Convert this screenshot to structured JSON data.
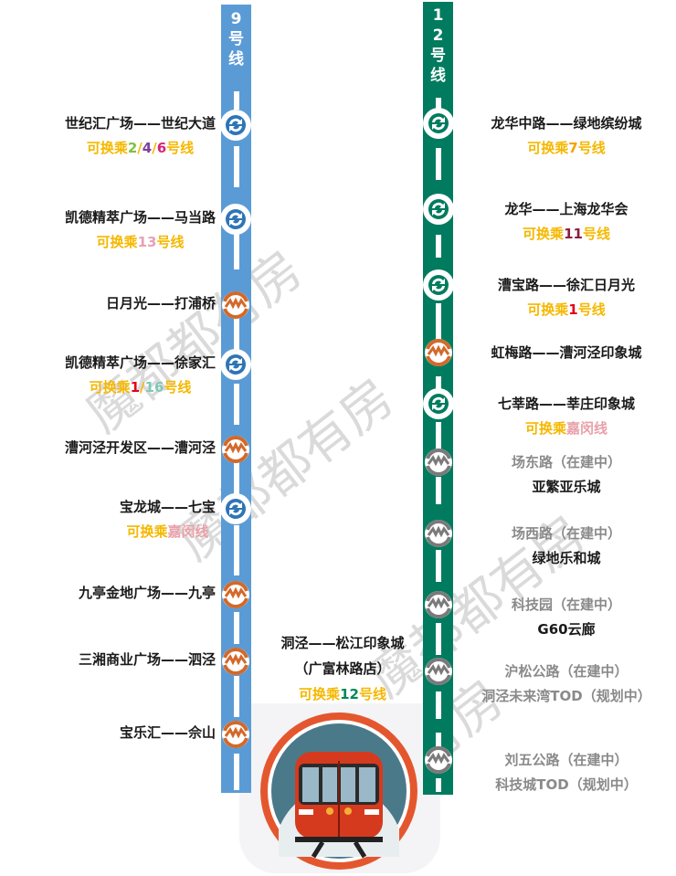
{
  "line9": {
    "label": [
      "9",
      "号",
      "线"
    ],
    "color": "#5b9bd5",
    "stations": [
      {
        "name": "世纪汇广场——世纪大道",
        "icon": "transfer",
        "transfer": [
          {
            "t": "可换乘",
            "c": "#f5b800"
          },
          {
            "t": "2",
            "c": "#7cc243"
          },
          {
            "t": "/",
            "c": "#f5b800"
          },
          {
            "t": "4",
            "c": "#7b3fa0"
          },
          {
            "t": "/",
            "c": "#f5b800"
          },
          {
            "t": "6",
            "c": "#d4237a"
          },
          {
            "t": "号线",
            "c": "#f5b800"
          }
        ]
      },
      {
        "name": "凯德精萃广场——马当路",
        "icon": "transfer",
        "transfer": [
          {
            "t": "可换乘",
            "c": "#f5b800"
          },
          {
            "t": "13",
            "c": "#e8a0b8"
          },
          {
            "t": "号线",
            "c": "#f5b800"
          }
        ]
      },
      {
        "name": "日月光——打浦桥",
        "icon": "metro"
      },
      {
        "name": "凯德精萃广场——徐家汇",
        "icon": "transfer",
        "transfer": [
          {
            "t": "可换乘",
            "c": "#f5b800"
          },
          {
            "t": "1",
            "c": "#e3001b"
          },
          {
            "t": "/",
            "c": "#f5b800"
          },
          {
            "t": "16",
            "c": "#7ec8b8"
          },
          {
            "t": "号线",
            "c": "#f5b800"
          }
        ]
      },
      {
        "name": "漕河泾开发区——漕河泾",
        "icon": "metro"
      },
      {
        "name": "宝龙城——七宝",
        "icon": "transfer",
        "transfer": [
          {
            "t": "可换乘",
            "c": "#f5b800"
          },
          {
            "t": "嘉闵线",
            "c": "#e8a0a8"
          }
        ]
      },
      {
        "name": "九亭金地广场——九亭",
        "icon": "metro"
      },
      {
        "name": "三湘商业广场——泗泾",
        "icon": "metro"
      },
      {
        "name": "宝乐汇——佘山",
        "icon": "metro"
      }
    ]
  },
  "line12": {
    "label": [
      "1",
      "2",
      "号",
      "线"
    ],
    "color": "#007b5f",
    "stations": [
      {
        "name": "龙华中路——绿地缤纷城",
        "icon": "transfer",
        "transfer": [
          {
            "t": "可换乘",
            "c": "#f5b800"
          },
          {
            "t": "7",
            "c": "#f5a300"
          },
          {
            "t": "号线",
            "c": "#f5b800"
          }
        ]
      },
      {
        "name": "龙华——上海龙华会",
        "icon": "transfer",
        "transfer": [
          {
            "t": "可换乘",
            "c": "#f5b800"
          },
          {
            "t": "11",
            "c": "#8b1e3f"
          },
          {
            "t": "号线",
            "c": "#f5b800"
          }
        ]
      },
      {
        "name": "漕宝路——徐汇日月光",
        "icon": "transfer",
        "transfer": [
          {
            "t": "可换乘",
            "c": "#f5b800"
          },
          {
            "t": "1",
            "c": "#e3001b"
          },
          {
            "t": "号线",
            "c": "#f5b800"
          }
        ]
      },
      {
        "name": "虹梅路——漕河泾印象城",
        "icon": "metro"
      },
      {
        "name": "七莘路——莘庄印象城",
        "icon": "transfer",
        "transfer": [
          {
            "t": "可换乘",
            "c": "#f5b800"
          },
          {
            "t": "嘉闵线",
            "c": "#e8a0a8"
          }
        ]
      },
      {
        "name": "场东路（在建中）",
        "icon": "metro-gray",
        "mall": "亚繁亚乐城"
      },
      {
        "name": "场西路（在建中）",
        "icon": "metro-gray",
        "mall": "绿地乐和城"
      },
      {
        "name": "科技园（在建中）",
        "icon": "metro-gray",
        "mall": "G60云廊"
      },
      {
        "name": "沪松公路（在建中）",
        "icon": "metro-gray",
        "mall": "洞泾未来湾TOD（规划中）",
        "mall_gray": true
      },
      {
        "name": "刘五公路（在建中）",
        "icon": "metro-gray",
        "mall": "科技城TOD（规划中）",
        "mall_gray": true
      }
    ]
  },
  "center": {
    "name": "洞泾——松江印象城",
    "branch": "（广富林路店）",
    "transfer": [
      {
        "t": "可换乘",
        "c": "#f5b800"
      },
      {
        "t": "12",
        "c": "#00875a"
      },
      {
        "t": "号线",
        "c": "#f5b800"
      }
    ]
  },
  "watermark": "魔都都有房"
}
